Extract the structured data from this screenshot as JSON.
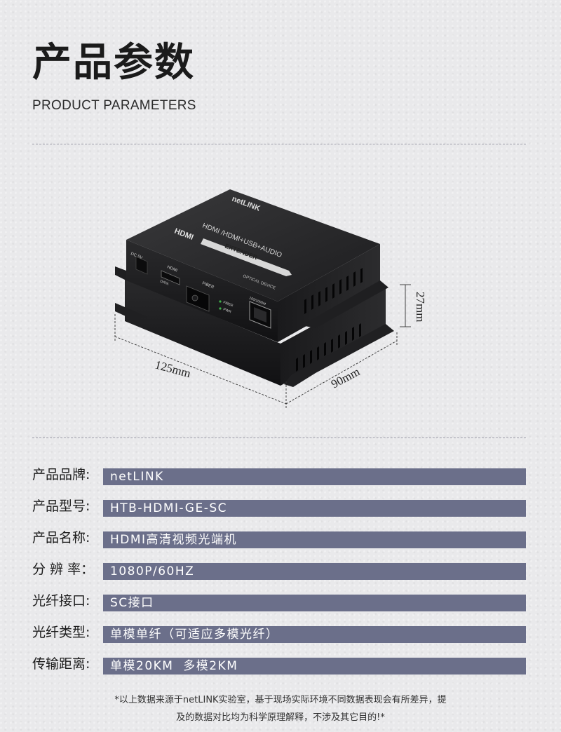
{
  "header": {
    "title": "产品参数",
    "subtitle": "PRODUCT PARAMETERS"
  },
  "product_image": {
    "brand_logo": "netLINK",
    "top_panel_text": "HDMI /HDMI+USB+AUDIO",
    "hdmi_label": "HDMI",
    "extender_label": "EXTENDER",
    "optical_device": "OPTICAL DEVICE",
    "port_labels": {
      "dc": "DC 5V",
      "hdmi": "HDMI",
      "data": "DATA",
      "fiber": "FIBER",
      "fiber_led": "FIBER",
      "pwr_led": "PWR",
      "ethernet": "100/1000M"
    },
    "dimensions": {
      "length": "125mm",
      "width": "90mm",
      "height": "27mm"
    }
  },
  "params": [
    {
      "label": "产品品牌:",
      "value": "netLINK"
    },
    {
      "label": "产品型号:",
      "value": "HTB-HDMI-GE-SC"
    },
    {
      "label": "产品名称:",
      "value": "HDMI高清视频光端机"
    },
    {
      "label": "分 辨 率：",
      "value": "1080P/60HZ"
    },
    {
      "label": "光纤接口:",
      "value": "SC接口"
    },
    {
      "label": "光纤类型:",
      "value": "单模单纤（可适应多模光纤）"
    },
    {
      "label": "传输距离:",
      "value": "单模20KM  多模2KM"
    }
  ],
  "footnote": {
    "line1": "*以上数据来源于netLINK实验室，基于现场实际环境不同数据表现会有所差异，提",
    "line2": "及的数据对比均为科学原理解释，不涉及其它目的!*"
  }
}
